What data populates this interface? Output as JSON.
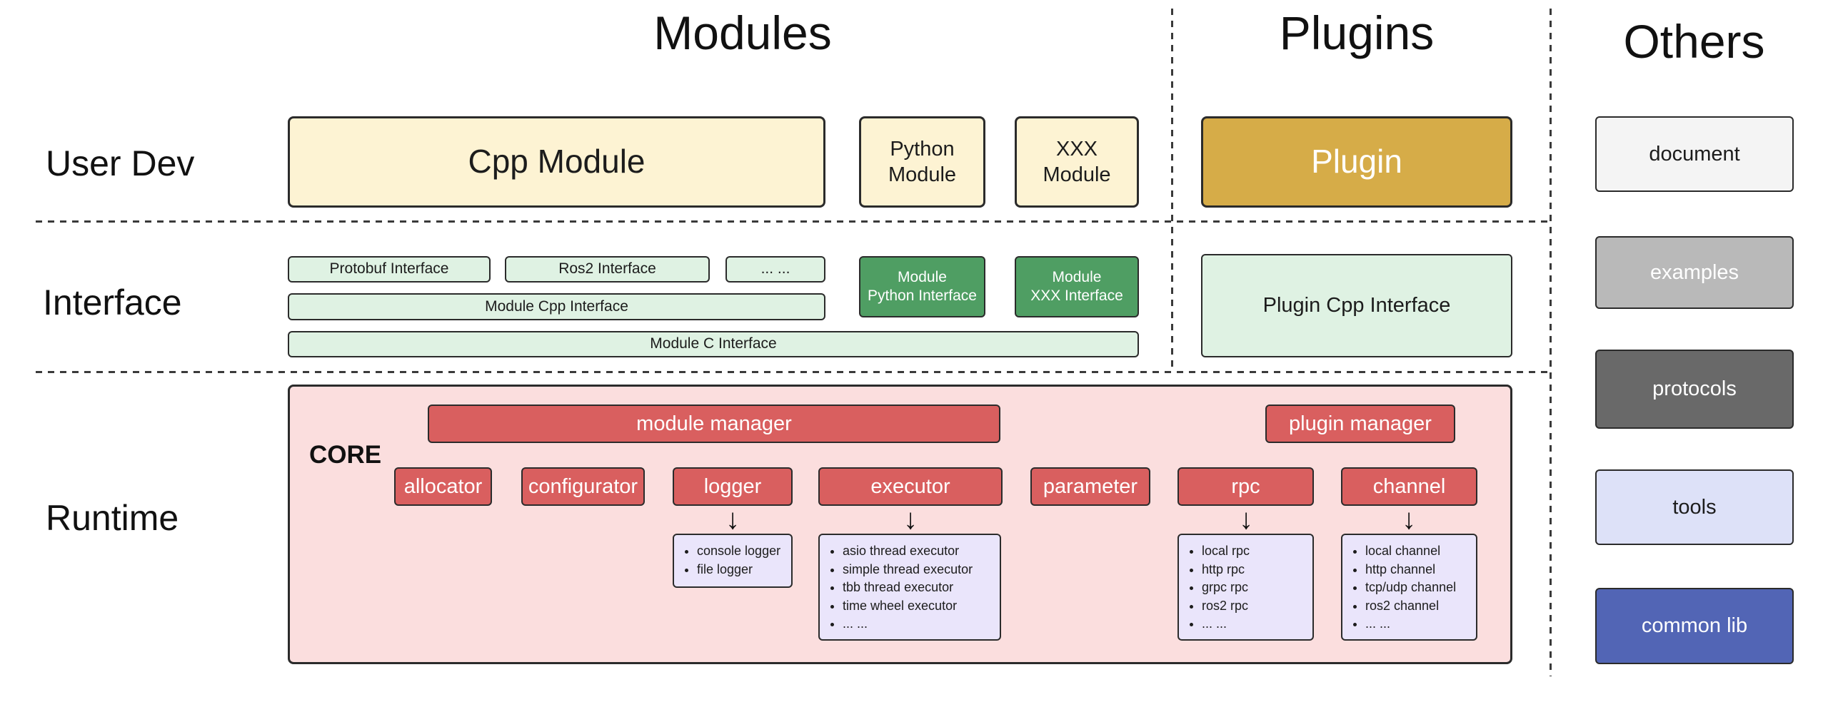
{
  "diagram": {
    "column_headers": {
      "modules": "Modules",
      "plugins": "Plugins",
      "others": "Others"
    },
    "row_labels": {
      "user_dev": "User Dev",
      "interface": "Interface",
      "runtime": "Runtime"
    }
  },
  "user_dev_row": {
    "cpp_module": "Cpp Module",
    "python_module": "Python\nModule",
    "xxx_module": "XXX\nModule",
    "plugin": "Plugin"
  },
  "interface_row": {
    "protobuf_interface": "Protobuf Interface",
    "ros2_interface": "Ros2 Interface",
    "more": "... ...",
    "module_cpp_interface": "Module Cpp Interface",
    "module_c_interface": "Module C Interface",
    "module_python_interface": "Module\nPython Interface",
    "module_xxx_interface": "Module\nXXX Interface",
    "plugin_cpp_interface": "Plugin Cpp Interface"
  },
  "runtime_row": {
    "core_label": "CORE",
    "module_manager": "module manager",
    "plugin_manager": "plugin manager",
    "components": [
      "allocator",
      "configurator",
      "logger",
      "executor",
      "parameter",
      "rpc",
      "channel"
    ],
    "logger_items": [
      "console logger",
      "file logger"
    ],
    "executor_items": [
      "asio thread executor",
      "simple thread executor",
      "tbb thread executor",
      "time wheel executor",
      "... ..."
    ],
    "rpc_items": [
      "local rpc",
      "http rpc",
      "grpc rpc",
      "ros2 rpc",
      "... ..."
    ],
    "channel_items": [
      "local channel",
      "http channel",
      "tcp/udp channel",
      "ros2 channel",
      "... ..."
    ]
  },
  "others_column": {
    "document": "document",
    "examples": "examples",
    "protocols": "protocols",
    "tools": "tools",
    "common_lib": "common lib"
  },
  "icons": {
    "arrow_down": "↓"
  },
  "colors": {
    "module_cream": "#fdf3d3",
    "plugin_gold": "#d6ac48",
    "interface_light_green": "#dff2e3",
    "interface_dark_green": "#4f9e63",
    "core_pink": "#fbdede",
    "manager_red": "#d95f5f",
    "detail_purple": "#eae5fb",
    "document_gray": "#f4f4f4",
    "examples_gray": "#b9b9b9",
    "protocols_gray": "#696969",
    "tools_lavender": "#dde1f8",
    "common_lib_indigo": "#5265b5",
    "border_dark": "#2b2b2b"
  }
}
